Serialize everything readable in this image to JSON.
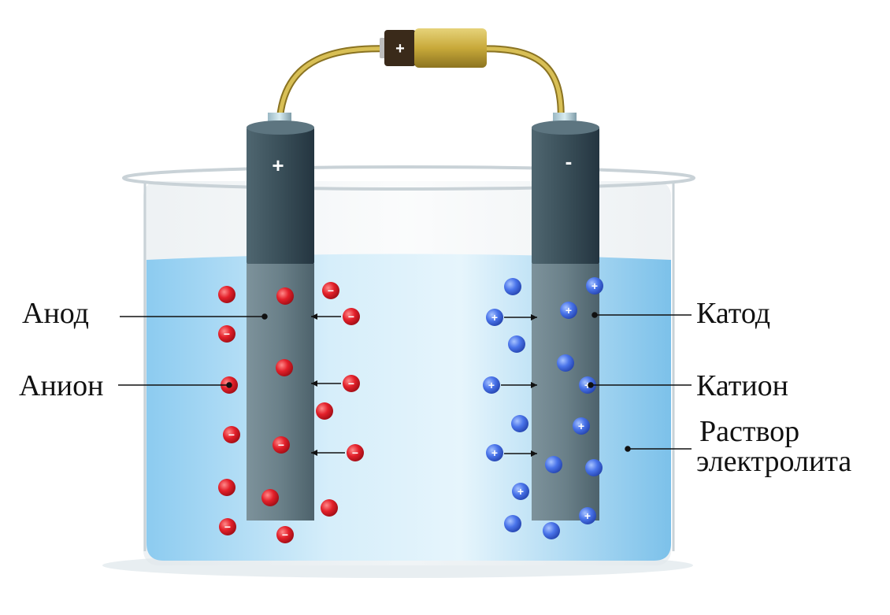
{
  "labels": {
    "anode": "Анод",
    "anion": "Анион",
    "cathode": "Катод",
    "cation": "Катион",
    "electrolyte_line1": "Раствор",
    "electrolyte_line2": "электролита"
  },
  "electrode_signs": {
    "anode": "+",
    "cathode": "-"
  },
  "battery_sign": "+",
  "ion_signs": {
    "anion": "−",
    "cation": "+"
  },
  "colors": {
    "anion": "#e01b24",
    "cation": "#3f6ee8",
    "electrode": "#3d5560",
    "electrolyte": "#bfe3f5",
    "wire": "#c9a93a"
  }
}
